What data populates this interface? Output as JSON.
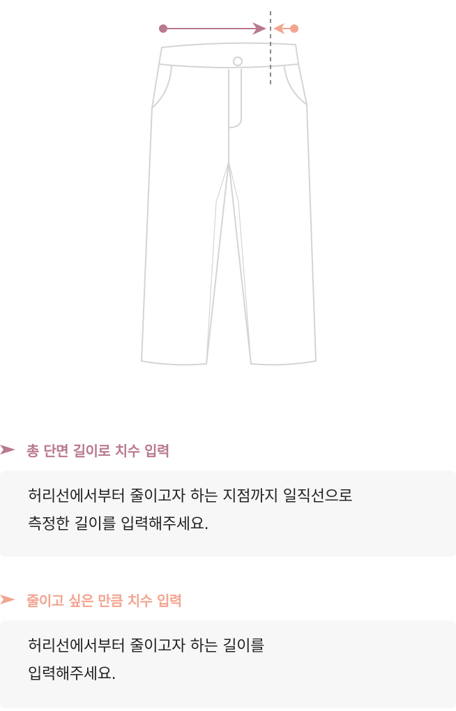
{
  "colors": {
    "total_length_accent": "#b87890",
    "reduce_amount_accent": "#f3a591",
    "pants_outline": "#d4d4d4",
    "box_background": "#f7f7f7"
  },
  "illustration": {
    "subject": "pants",
    "measure_arrow_icon": "arrow-right-icon",
    "reduce_arrow_icon": "arrow-left-icon"
  },
  "sections": [
    {
      "marker_icon": "arrowhead-right-icon",
      "title": "총 단면 길이로 치수 입력",
      "lines": [
        "허리선에서부터 줄이고자 하는 지점까지 일직선으로",
        "측정한 길이를 입력해주세요."
      ]
    },
    {
      "marker_icon": "arrowhead-right-icon",
      "title": "줄이고 싶은 만큼 치수 입력",
      "lines": [
        "허리선에서부터 줄이고자 하는 길이를",
        "입력해주세요."
      ]
    }
  ]
}
